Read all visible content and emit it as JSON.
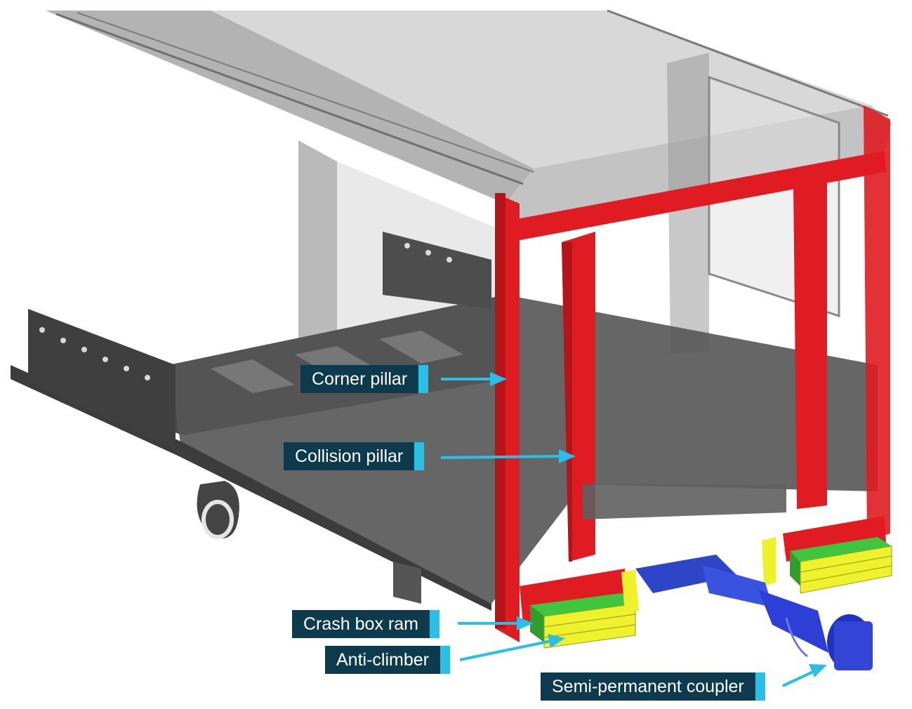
{
  "colors": {
    "frame_grey": "#8f8f8f",
    "underframe_dark": "#4a4a4a",
    "crash_structure_red": "#e01b22",
    "crash_box_green": "#3fc63f",
    "anti_climber_yellow": "#eef22a",
    "coupler_blue": "#2e3fd8",
    "callout_bg": "#0e3a4d",
    "callout_accent": "#2ac0e6"
  },
  "labels": {
    "corner_pillar": "Corner pillar",
    "collision_pillar": "Collision pillar",
    "crash_box_ram": "Crash box ram",
    "anti_climber": "Anti-climber",
    "semi_permanent_coupler": "Semi-permanent coupler"
  }
}
